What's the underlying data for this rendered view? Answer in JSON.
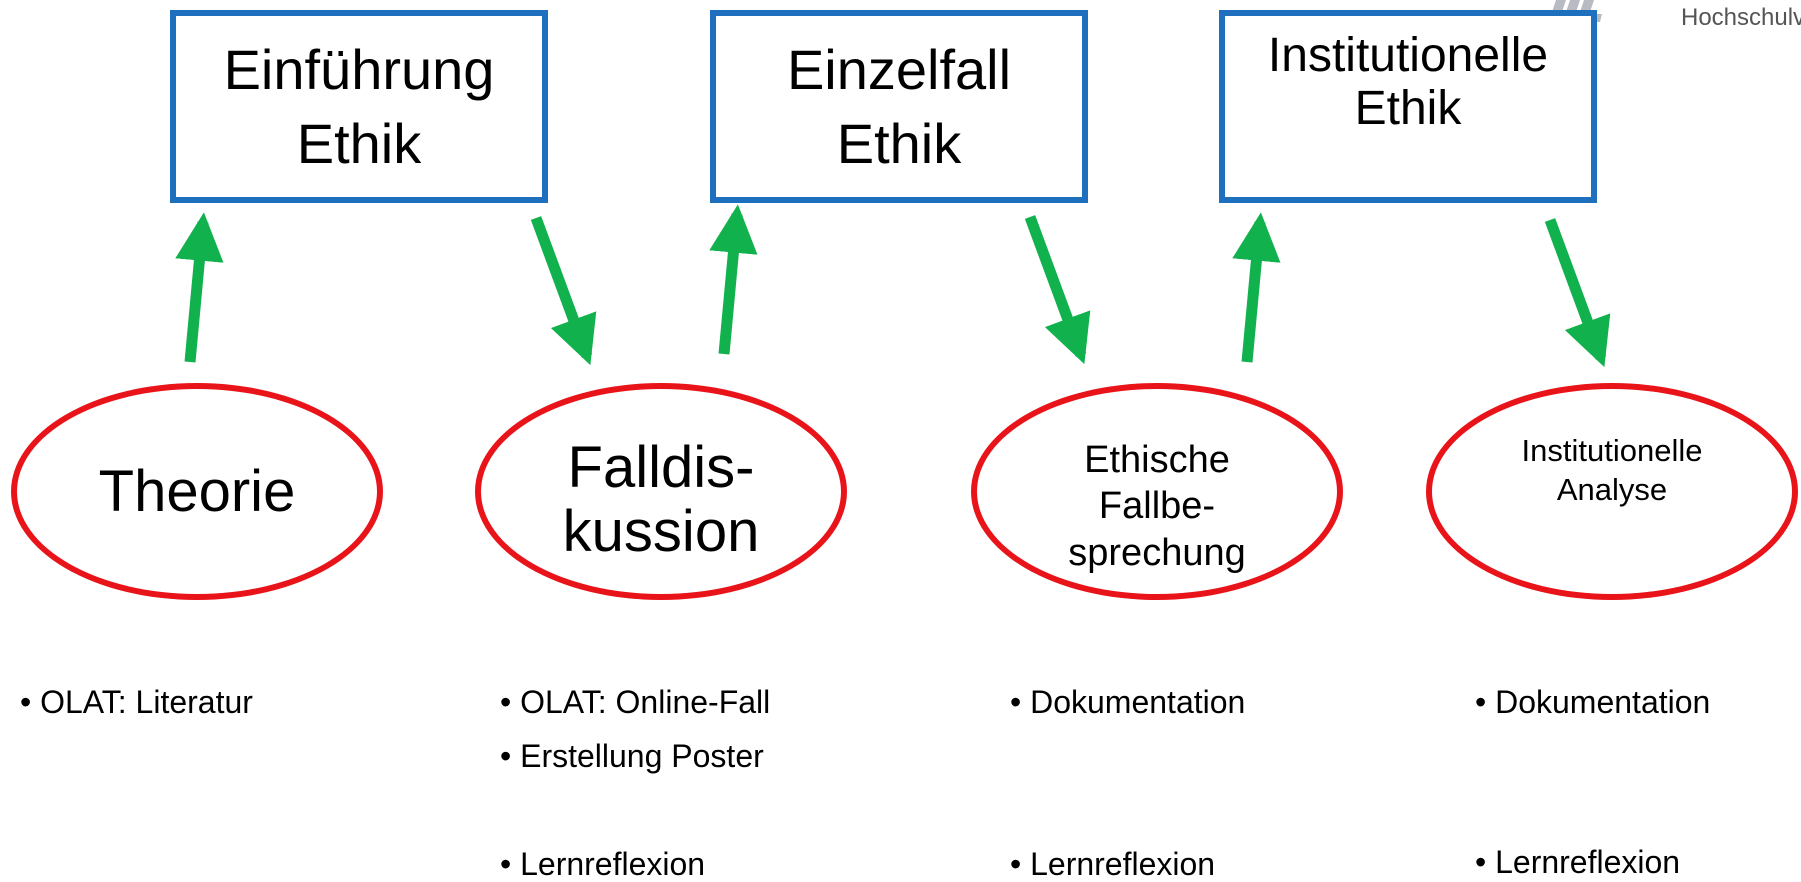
{
  "colors": {
    "box_border": "#1f6fbf",
    "ellipse_border": "#e8141a",
    "arrow": "#11b14d"
  },
  "logo": {
    "text": "Hochschulver",
    "icon": "university-logo-icon"
  },
  "boxes": [
    {
      "label": "Einführung\nEthik"
    },
    {
      "label": "Einzelfall\nEthik"
    },
    {
      "label": "Institutionelle\nEthik"
    }
  ],
  "ellipses": [
    {
      "label": "Theorie"
    },
    {
      "label": "Falldis-\nkussion"
    },
    {
      "label": "Ethische\nFallbe-\nsprechung"
    },
    {
      "label": "Institutionelle\nAnalyse"
    }
  ],
  "bullets": [
    {
      "items": [
        "• OLAT: Literatur"
      ]
    },
    {
      "items": [
        "• OLAT: Online-Fall",
        "• Erstellung Poster",
        "• Lernreflexion"
      ]
    },
    {
      "items": [
        "• Dokumentation",
        "• Lernreflexion"
      ]
    },
    {
      "items": [
        "• Dokumentation",
        "• Lernreflexion"
      ]
    }
  ]
}
